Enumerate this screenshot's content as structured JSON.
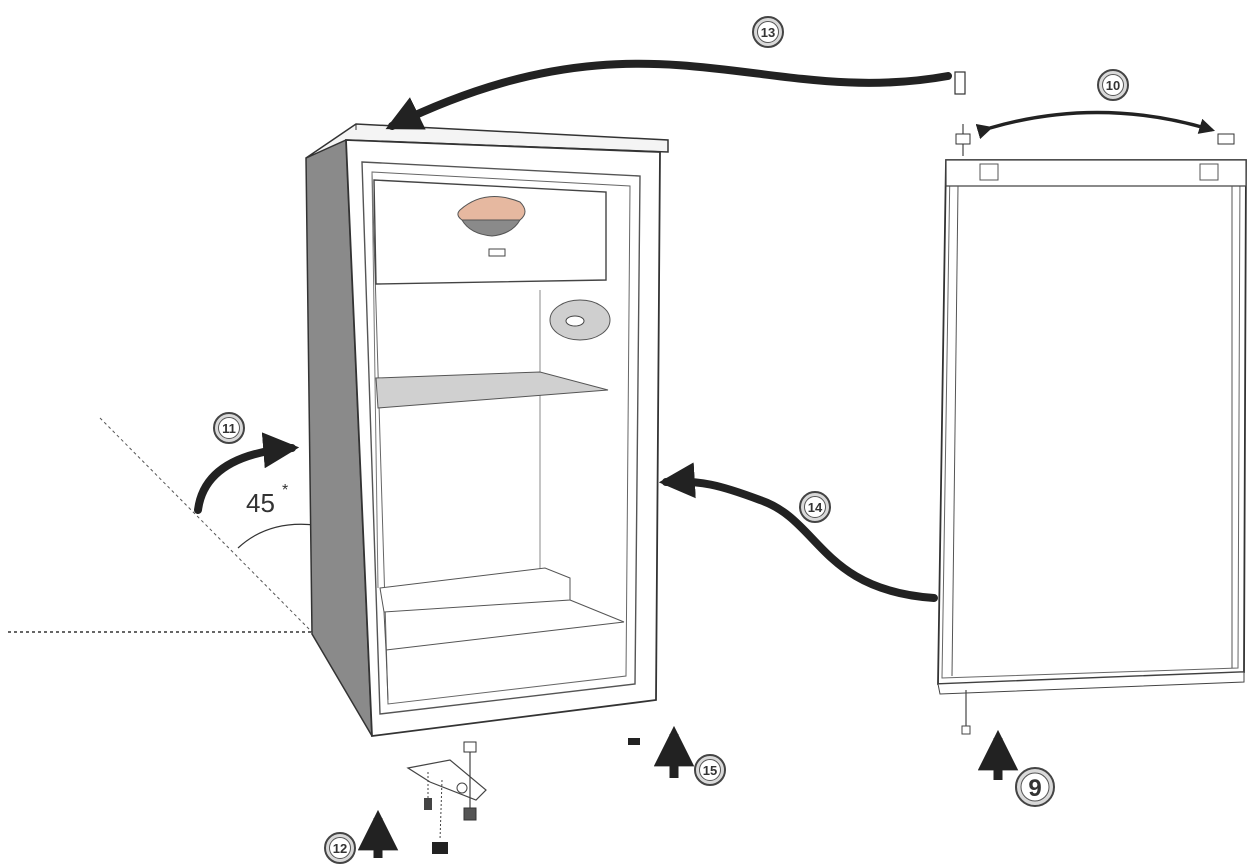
{
  "diagram": {
    "steps": [
      {
        "id": "9",
        "label": "9"
      },
      {
        "id": "10",
        "label": "10"
      },
      {
        "id": "11",
        "label": "11"
      },
      {
        "id": "12",
        "label": "12"
      },
      {
        "id": "13",
        "label": "13"
      },
      {
        "id": "14",
        "label": "14"
      },
      {
        "id": "15",
        "label": "15"
      }
    ],
    "angle_label": "45",
    "angle_mark": "*",
    "colors": {
      "line": "#333333",
      "arrow": "#222222",
      "cabinet_side": "#8a8a8a",
      "shelf": "#d0d0d0",
      "dial_top": "#e6b8a0",
      "dial_bottom": "#8a8a8a"
    }
  }
}
